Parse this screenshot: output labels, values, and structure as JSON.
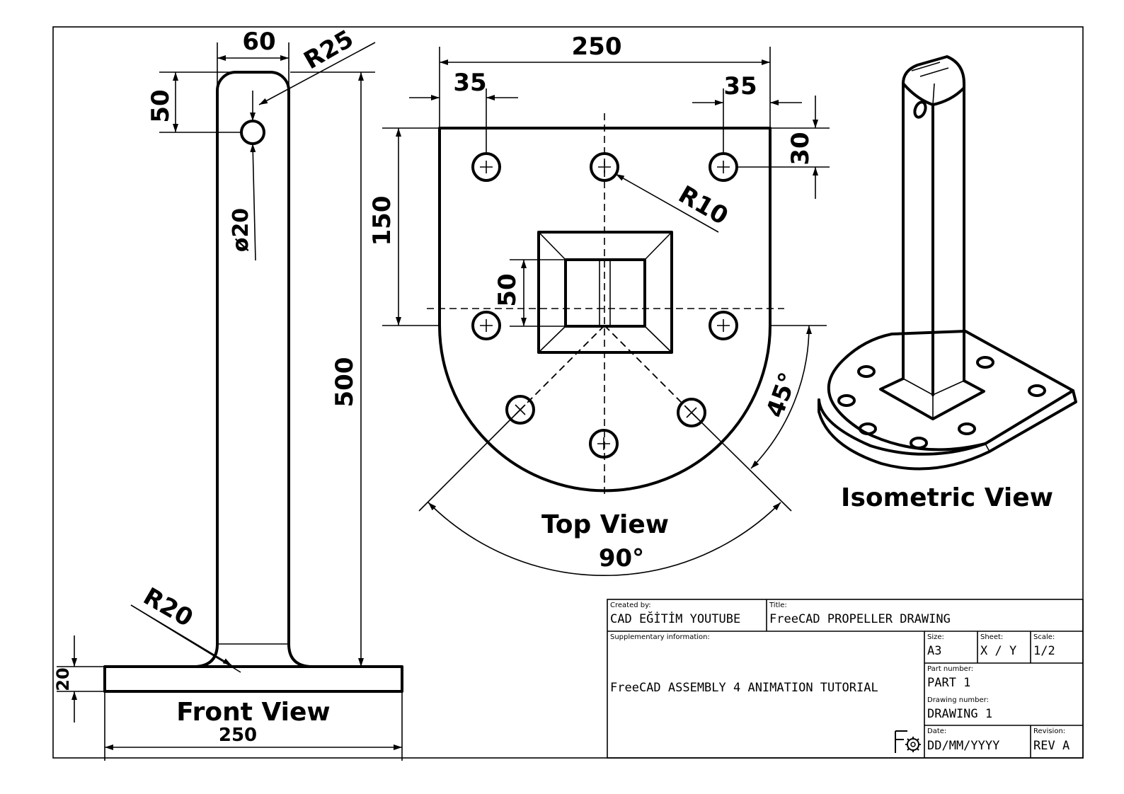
{
  "views": {
    "front": "Front View",
    "top": "Top View",
    "isometric": "Isometric View"
  },
  "dimensions": {
    "front_width_top": "60",
    "front_r25": "R25",
    "front_50": "50",
    "front_dia20": "ø20",
    "front_500": "500",
    "front_r20": "R20",
    "front_20": "20",
    "front_250": "250",
    "top_250": "250",
    "top_35_left": "35",
    "top_35_right": "35",
    "top_30": "30",
    "top_150": "150",
    "top_r10": "R10",
    "top_50": "50",
    "top_45deg": "45°",
    "top_90deg": "90°"
  },
  "title_block": {
    "created_by_label": "Created by:",
    "created_by": "CAD EĞİTİM YOUTUBE",
    "title_label": "Title:",
    "title": "FreeCAD PROPELLER DRAWING",
    "supplementary_label": "Supplementary information:",
    "supplementary": "FreeCAD ASSEMBLY 4 ANIMATION TUTORIAL",
    "size_label": "Size:",
    "size": "A3",
    "sheet_label": "Sheet:",
    "sheet": "X / Y",
    "scale_label": "Scale:",
    "scale": "1/2",
    "part_number_label": "Part number:",
    "part_number": "PART 1",
    "drawing_number_label": "Drawing number:",
    "drawing_number": "DRAWING 1",
    "date_label": "Date:",
    "date": "DD/MM/YYYY",
    "revision_label": "Revision:",
    "revision": "REV A"
  },
  "colors": {
    "ink": "#000000",
    "paper": "#ffffff"
  }
}
